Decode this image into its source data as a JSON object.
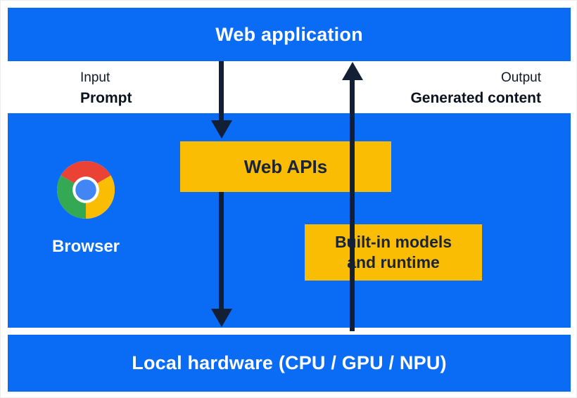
{
  "top_bar": {
    "label": "Web application"
  },
  "flow": {
    "input_caption": "Input",
    "input_label": "Prompt",
    "output_caption": "Output",
    "output_label": "Generated content"
  },
  "browser": {
    "label": "Browser"
  },
  "boxes": {
    "web_apis": "Web APIs",
    "builtin_line1": "Built-in models",
    "builtin_line2": "and runtime"
  },
  "bottom_bar": {
    "label": "Local hardware (CPU / GPU / NPU)"
  },
  "icons": {
    "browser_logo": "chrome-logo-icon",
    "down_flow": "down-arrow-icon",
    "up_flow": "up-arrow-icon"
  },
  "colors": {
    "blue": "#0a6bf5",
    "yellow": "#fbbc04",
    "arrow": "#131f35",
    "box_text": "#18243c",
    "bar_text": "#ffffff",
    "label_text": "#111827",
    "logo_red": "#ea4335",
    "logo_green": "#34a853",
    "logo_yellow": "#fbbc04",
    "logo_blue": "#4285f4"
  }
}
